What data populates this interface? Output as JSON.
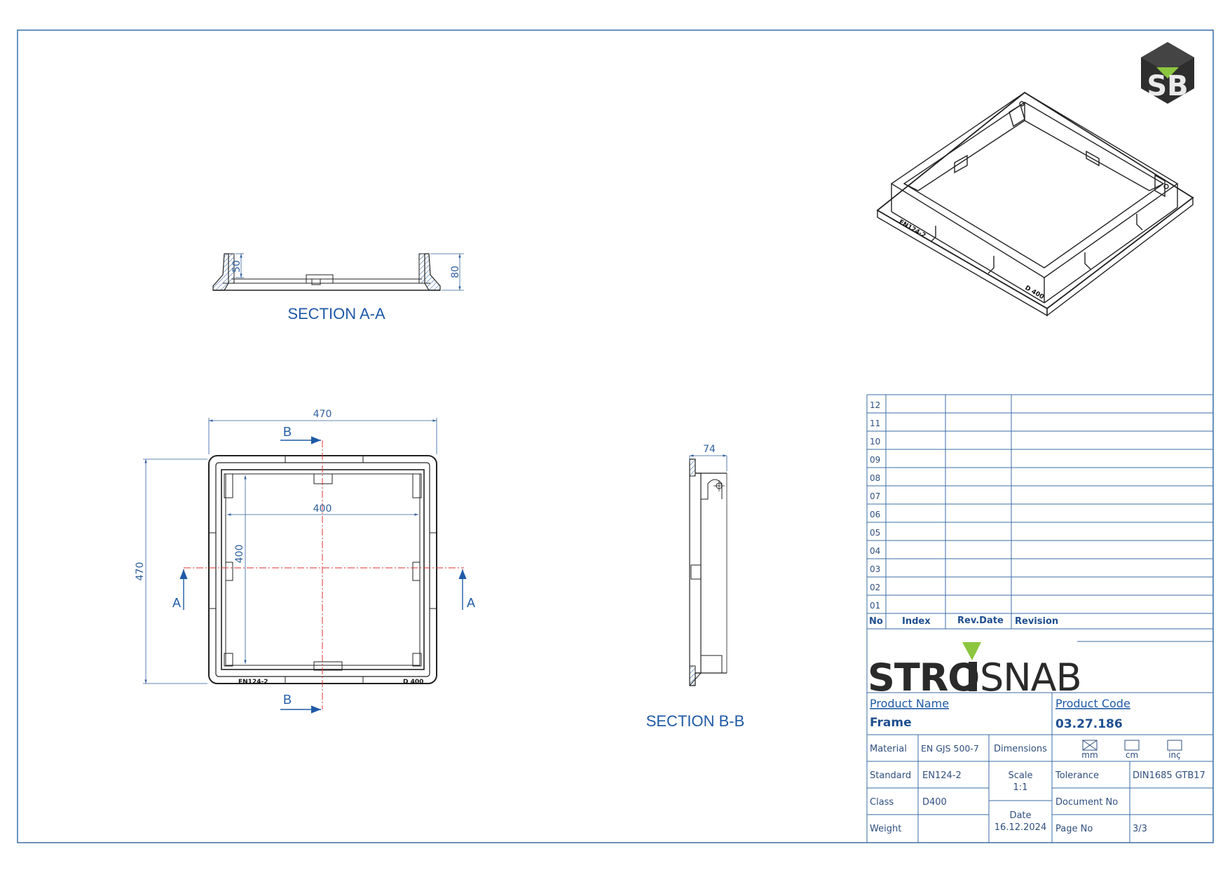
{
  "section_a": {
    "title": "SECTION A-A",
    "dims": {
      "d1": "50",
      "d2": "80"
    }
  },
  "section_b": {
    "title": "SECTION B-B",
    "dims": {
      "d1": "74"
    }
  },
  "plan": {
    "dims": {
      "outer_w": "470",
      "outer_h": "470",
      "inner_w": "400",
      "inner_h": "400"
    },
    "cut_a": "A",
    "cut_b": "B",
    "emboss_left": "EN124-2",
    "emboss_right": "D 400"
  },
  "iso_view": {
    "emboss_left": "EN124-2",
    "emboss_right": "D 400"
  },
  "revision_table": {
    "rows": [
      "12",
      "11",
      "10",
      "09",
      "08",
      "07",
      "06",
      "05",
      "04",
      "03",
      "02",
      "01"
    ],
    "headers": {
      "no": "No",
      "index": "Index",
      "rev_date": "Rev.Date",
      "revision": "Revision"
    }
  },
  "title_block": {
    "brand": {
      "left": "STRO",
      "right": "SNAB",
      "letter_i": "I"
    },
    "product_name_label": "Product Name",
    "product_name": "Frame",
    "product_code_label": "Product Code",
    "product_code": "03.27.186",
    "material_label": "Material",
    "material": "EN GJS 500-7",
    "dimensions_label": "Dimensions",
    "units": [
      "mm",
      "cm",
      "inç"
    ],
    "standard_label": "Standard",
    "standard": "EN124-2",
    "scale_label": "Scale",
    "scale": "1:1",
    "tolerance_label": "Tolerance",
    "tolerance": "DIN1685 GTB17",
    "class_label": "Class",
    "class": "D400",
    "document_no_label": "Document No",
    "document_no": "",
    "date_label": "Date",
    "date": "16.12.2024",
    "weight_label": "Weight",
    "weight": "",
    "page_no_label": "Page No",
    "page_no": "3/3"
  },
  "logo": {
    "text": "SB"
  },
  "colors": {
    "dimension": "#2f5f9e",
    "border": "#3a6ea5",
    "centerline": "#e03030",
    "accent": "#8cc63f"
  }
}
